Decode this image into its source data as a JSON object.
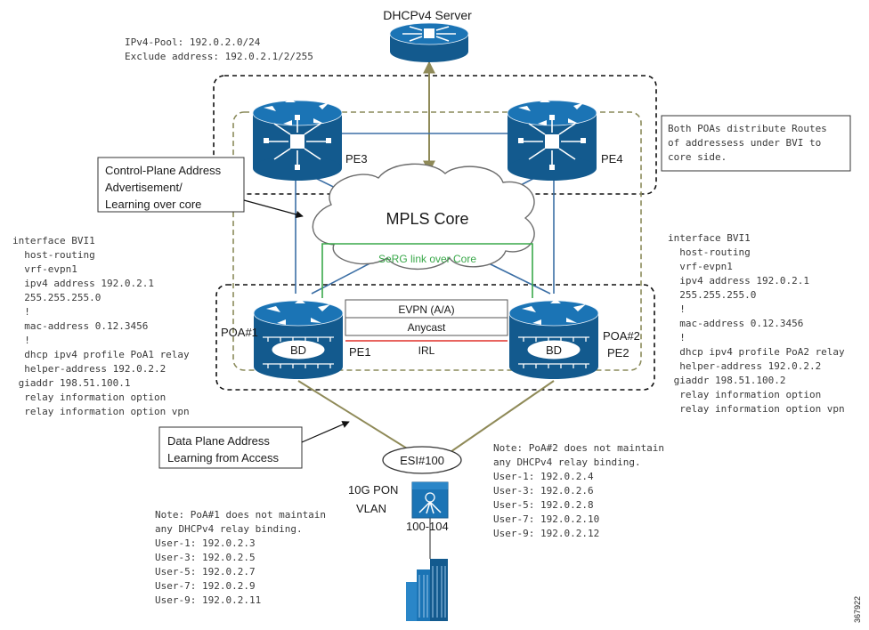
{
  "colors": {
    "router_blue": "#1b74b5",
    "router_dark": "#135a8e",
    "core_link": "#3c6fa5",
    "green_link": "#3aa84a",
    "irl_red": "#e0302a",
    "olive_link": "#8f8a58",
    "olive_dashed": "#8a8a5a"
  },
  "server": {
    "label": "DHCPv4 Server"
  },
  "pool_note": {
    "lines": [
      "IPv4-Pool: 192.0.2.0/24",
      "Exclude address: 192.0.2.1/2/255"
    ]
  },
  "routers": {
    "pe3": "PE3",
    "pe4": "PE4",
    "pe1": "PE1",
    "pe2": "PE2",
    "poa1": "POA#1",
    "poa2": "POA#2",
    "bd": "BD"
  },
  "core": {
    "label": "MPLS Core",
    "serg_link": "SeRG link over Core"
  },
  "links": {
    "evpn": "EVPN (A/A)",
    "anycast": "Anycast",
    "irl": "IRL"
  },
  "callouts": {
    "control_plane": [
      "Control-Plane Address",
      "Advertisement/",
      "Learning over core"
    ],
    "data_plane": [
      "Data Plane Address",
      "Learning from Access"
    ]
  },
  "routes_note": {
    "lines": [
      "Both POAs distribute Routes",
      "of addressess under BVI to",
      "core side."
    ]
  },
  "config_poa1": {
    "lines": [
      "interface BVI1",
      "  host-routing",
      "  vrf-evpn1",
      "  ipv4 address 192.0.2.1",
      "  255.255.255.0",
      "  !",
      "  mac-address 0.12.3456",
      "  !",
      "  dhcp ipv4 profile PoA1 relay",
      "  helper-address 192.0.2.2",
      " giaddr 198.51.100.1",
      "  relay information option",
      "  relay information option vpn"
    ]
  },
  "config_poa2": {
    "lines": [
      "interface BVI1",
      "  host-routing",
      "  vrf-evpn1",
      "  ipv4 address 192.0.2.1",
      "  255.255.255.0",
      "  !",
      "  mac-address 0.12.3456",
      "  !",
      "  dhcp ipv4 profile PoA2 relay",
      "  helper-address 192.0.2.2",
      " giaddr 198.51.100.2",
      "  relay information option",
      "  relay information option vpn"
    ]
  },
  "access": {
    "esi": "ESI#100",
    "pon": "10G PON",
    "vlan": "VLAN",
    "vlan_range": "100-104"
  },
  "note_poa1": {
    "lines": [
      "Note: PoA#1 does not maintain",
      "any DHCPv4 relay binding.",
      "User-1: 192.0.2.3",
      "User-3: 192.0.2.5",
      "User-5: 192.0.2.7",
      "User-7: 192.0.2.9",
      "User-9: 192.0.2.11"
    ]
  },
  "note_poa2": {
    "lines": [
      "Note: PoA#2 does not maintain",
      "any DHCPv4 relay binding.",
      "User-1: 192.0.2.4",
      "User-3: 192.0.2.6",
      "User-5: 192.0.2.8",
      "User-7: 192.0.2.10",
      "User-9: 192.0.2.12"
    ]
  },
  "figure_id": "367922"
}
